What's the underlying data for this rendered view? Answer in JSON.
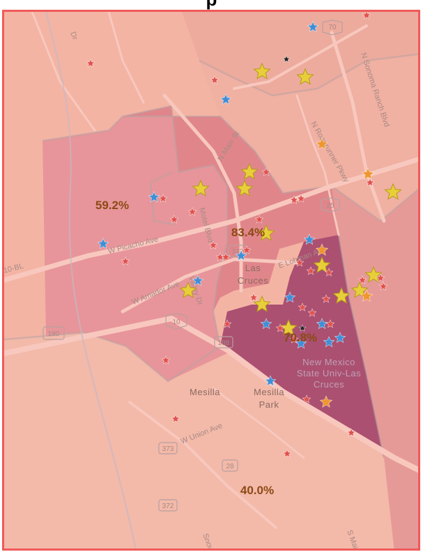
{
  "title": "p",
  "colors": {
    "frame": "#f05a5a",
    "base": "#f4b4a4",
    "district_light": "#f1a89b",
    "district_mid": "#e4888a",
    "district_dark": "#a1426a",
    "star_red": "#e2504c",
    "star_blue": "#3f8fd8",
    "star_yellow": "#e8cf3a",
    "star_orange": "#f0962e",
    "star_black": "#222222"
  },
  "percent_labels": [
    {
      "id": "pct-59",
      "text": "59.2%"
    },
    {
      "id": "pct-83",
      "text": "83.4%"
    },
    {
      "id": "pct-70",
      "text": "70.8%"
    },
    {
      "id": "pct-40",
      "text": "40.0%"
    }
  ],
  "place_labels": {
    "las_cruces_1": "Las",
    "las_cruces_2": "Cruces",
    "mesilla": "Mesilla",
    "mesilla_park_1": "Mesilla",
    "mesilla_park_2": "Park",
    "nmsu_1": "New Mexico",
    "nmsu_2": "State Univ-Las",
    "nmsu_3": "Cruces"
  },
  "road_labels": {
    "picacho": "W Picacho Ave",
    "amador": "W Amador Ave",
    "union": "W Union Ave",
    "main": "N Main St",
    "lohman": "E Lohman Ave",
    "roadrunner": "N Roadrunner Pkwy",
    "sonoma": "N Sonoma Ranch Blvd",
    "valley": "Valley Dr",
    "el_paseo": "S Main",
    "motel": "Motel Blvd",
    "bl10": "10-BL",
    "snow": "Snow",
    "dr": "Dr"
  },
  "shields": [
    {
      "id": "shield-70",
      "text": "70"
    },
    {
      "id": "shield-25",
      "text": "25"
    },
    {
      "id": "shield-342",
      "text": "342"
    },
    {
      "id": "shield-10",
      "text": "10"
    },
    {
      "id": "shield-180",
      "text": "180"
    },
    {
      "id": "shield-188",
      "text": "188"
    },
    {
      "id": "shield-373",
      "text": "373"
    },
    {
      "id": "shield-28",
      "text": "28"
    },
    {
      "id": "shield-372",
      "text": "372"
    }
  ]
}
